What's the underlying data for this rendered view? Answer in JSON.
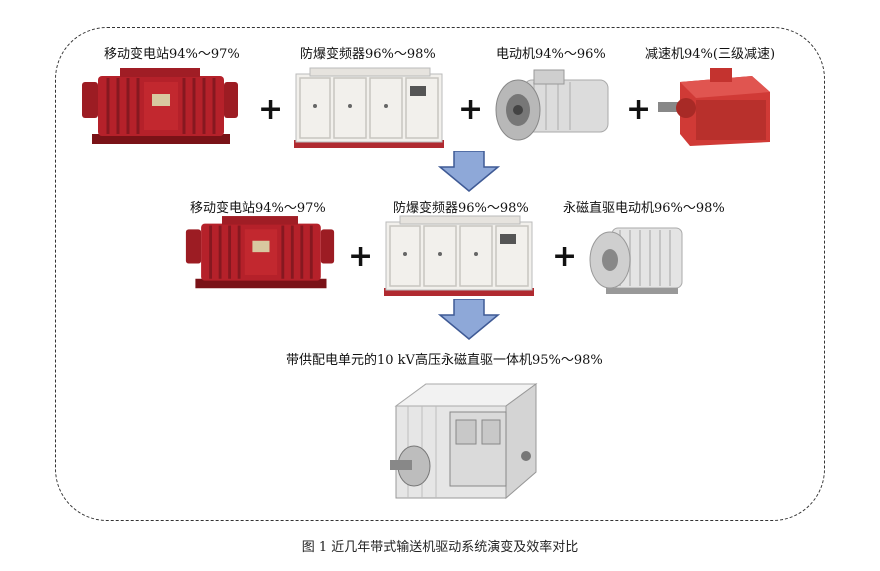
{
  "row1": {
    "items": [
      {
        "label": "移动变电站94%～97%",
        "icon": "transformer-substation"
      },
      {
        "label": "防爆变频器96%～98%",
        "icon": "explosion-proof-inverter"
      },
      {
        "label": "电动机94%～96%",
        "icon": "motor"
      },
      {
        "label": "减速机94%(三级减速)",
        "icon": "gear-reducer"
      }
    ]
  },
  "row2": {
    "items": [
      {
        "label": "移动变电站94%～97%",
        "icon": "transformer-substation"
      },
      {
        "label": "防爆变频器96%～98%",
        "icon": "explosion-proof-inverter"
      },
      {
        "label": "永磁直驱电动机96%～98%",
        "icon": "pm-direct-drive-motor"
      }
    ]
  },
  "row3": {
    "label": "带供配电单元的10 kV高压永磁直驱一体机95%～98%",
    "icon": "integrated-drive-unit"
  },
  "operators": {
    "plus": "+"
  },
  "caption": "图 1    近几年带式输送机驱动系统演变及效率对比",
  "colors": {
    "transformer_red": "#b5212a",
    "arrow_blue": "#8ea8d8",
    "reducer_red": "#d03a36"
  }
}
